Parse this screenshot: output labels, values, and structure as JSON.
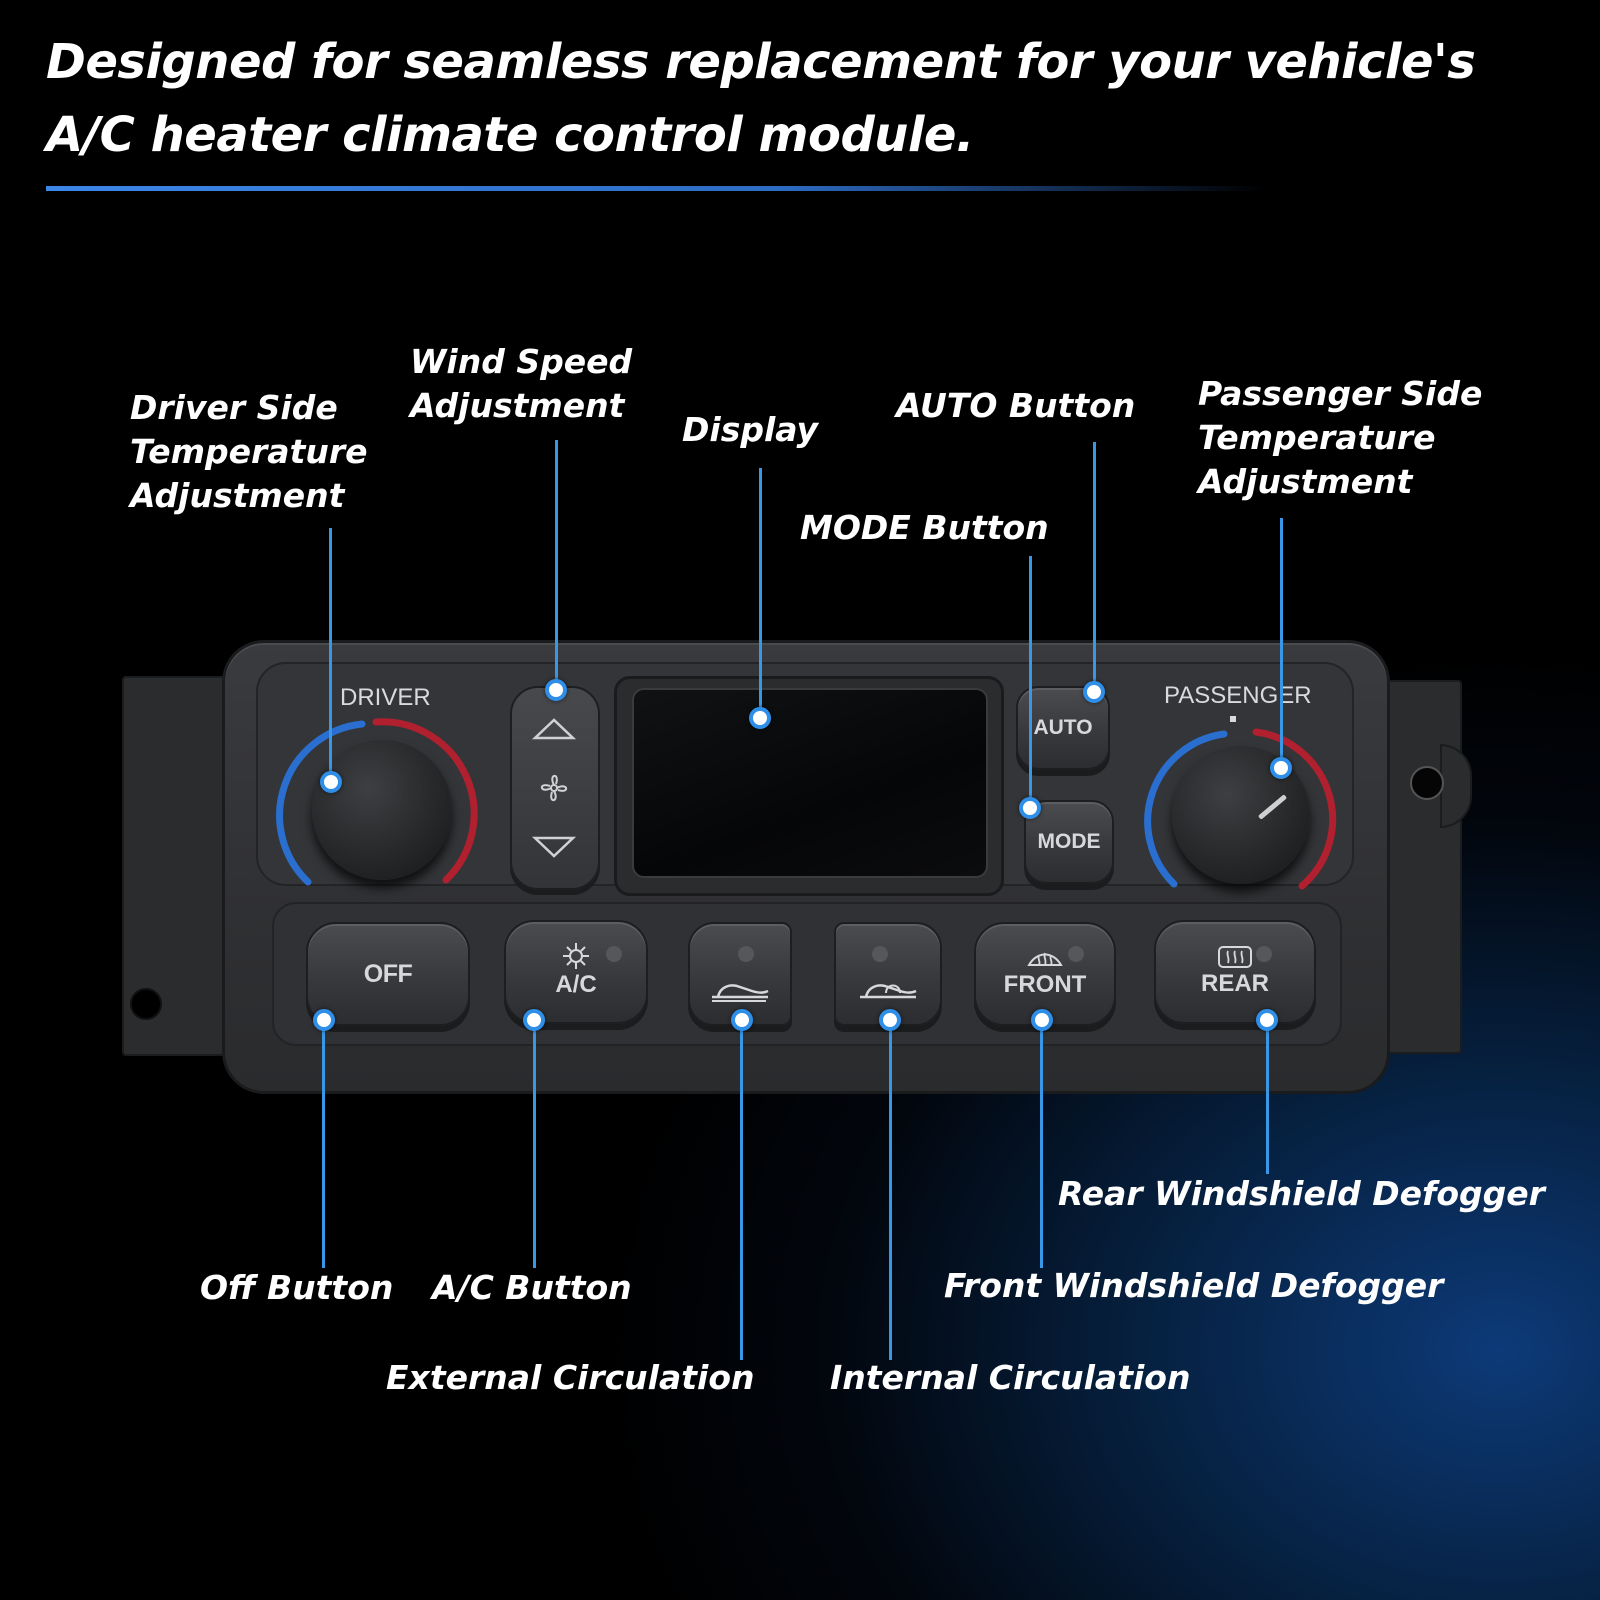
{
  "headline": {
    "line1": "Designed for seamless replacement for your vehicle's",
    "line2": "A/C heater climate control module."
  },
  "labels": {
    "driver_temp": [
      "Driver Side",
      "Temperature",
      "Adjustment"
    ],
    "wind_speed": [
      "Wind Speed",
      "Adjustment"
    ],
    "display": "Display",
    "auto_button": "AUTO Button",
    "mode_button": "MODE Button",
    "passenger_temp": [
      "Passenger Side",
      "Temperature",
      "Adjustment"
    ],
    "off_button": "Off Button",
    "ac_button": "A/C Button",
    "external_circulation": "External Circulation",
    "internal_circulation": "Internal Circulation",
    "front_defogger": "Front Windshield Defogger",
    "rear_defogger": "Rear Windshield Defogger"
  },
  "module": {
    "driver_label": "DRIVER",
    "passenger_label": "PASSENGER",
    "auto_label": "AUTO",
    "mode_label": "MODE",
    "off_label": "OFF",
    "ac_label": "A/C",
    "front_label": "FRONT",
    "rear_label": "REAR"
  },
  "colors": {
    "leader": "#3a97e6",
    "cold_arc": "#2a6fd0",
    "hot_arc": "#b0202e"
  },
  "icons": [
    "fan-icon",
    "snowflake-icon",
    "up-arrow-icon",
    "down-arrow-icon",
    "external-air-icon",
    "recirculation-icon",
    "front-defrost-icon",
    "rear-defrost-icon"
  ]
}
